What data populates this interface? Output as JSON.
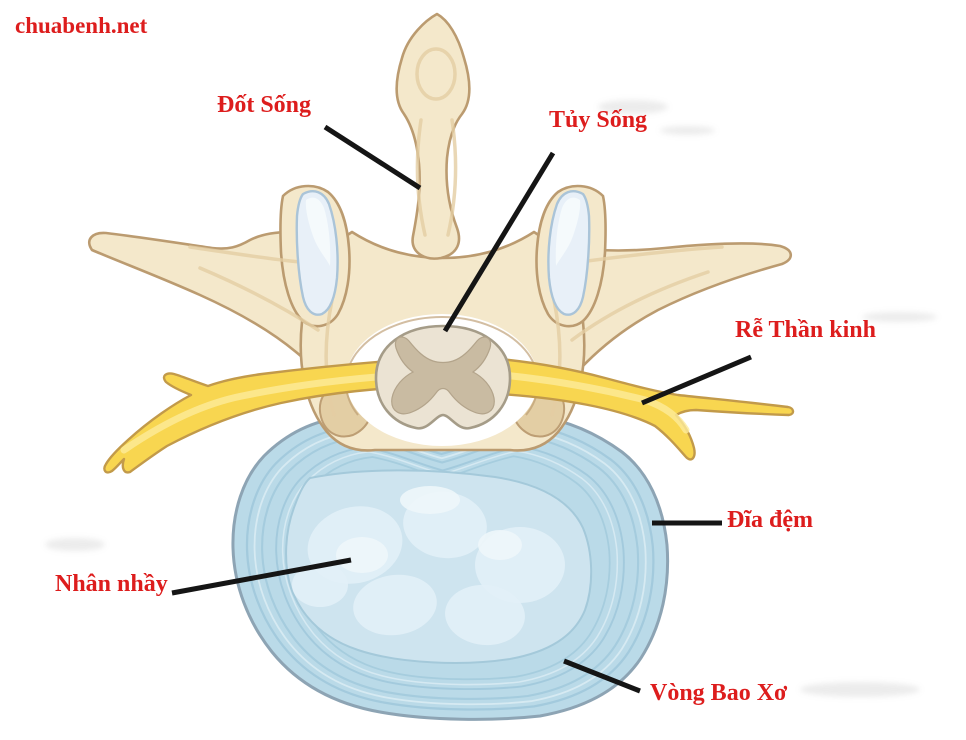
{
  "watermark": {
    "text": "chuabenh.net"
  },
  "diagram": {
    "subject": "Cross-section of a vertebra and intervertebral disc",
    "labels": {
      "vertebra": "Đốt Sống",
      "spinal_cord": "Tủy Sống",
      "nerve_root": "Rễ Thần kinh",
      "disc": "Đĩa đệm",
      "nucleus_pulposus": "Nhân nhầy",
      "annulus_fibrosus": "Vòng Bao Xơ"
    }
  },
  "colors": {
    "background": "#ffffff",
    "label_red": "#dd1d1d",
    "leader_line": "#151515",
    "bone_fill": "#f4e8cb",
    "bone_shadow": "#e3cda2",
    "bone_stroke": "#bb9b70",
    "facet_fill": "#e8f0f8",
    "facet_stroke": "#aac4d8",
    "cord_fill": "#ebe3d3",
    "cord_stroke": "#a59c88",
    "gray_matter": "#c9bba2",
    "nerve_fill": "#f8d650",
    "nerve_stroke": "#c29a4a",
    "nerve_highlight": "#fceb9a",
    "annulus_fill": "#badae8",
    "annulus_ring": "#8fbdd3",
    "annulus_stroke": "#8da4b4",
    "nucleus_fill": "#cfe5f0",
    "nucleus_blob": "#e2f0f7"
  }
}
